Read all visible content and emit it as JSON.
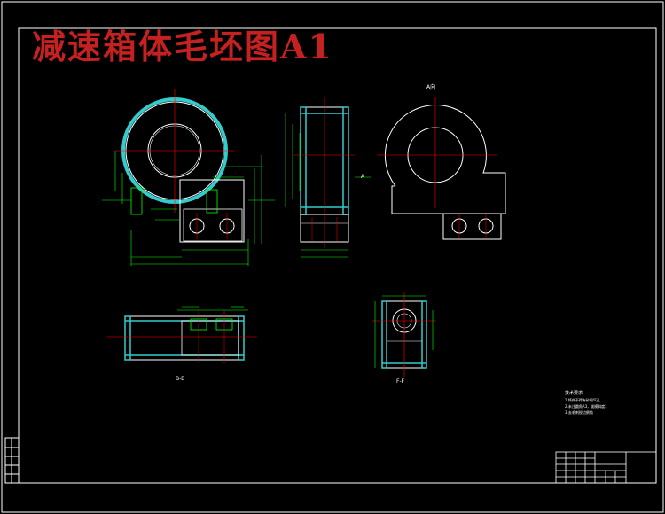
{
  "title": "减速箱体毛坯图A1",
  "colors": {
    "background": "#000000",
    "frame": "#ffffff",
    "title": "#c62121",
    "outline": "#ffffff",
    "dimension": "#00ff00",
    "centerline": "#ff0000",
    "hatch": "#33cccc"
  },
  "views": {
    "view_a_label": "A向",
    "arrow_a": "A",
    "section_bb_label": "B-B",
    "section_ff_label": "F-F"
  },
  "notes": {
    "heading": "技术要求",
    "lines": [
      "1.铸件不得有砂眼气孔",
      "2.未注圆角R3，拔模斜度1",
      "3.去毛刺锐边倒钝"
    ]
  }
}
